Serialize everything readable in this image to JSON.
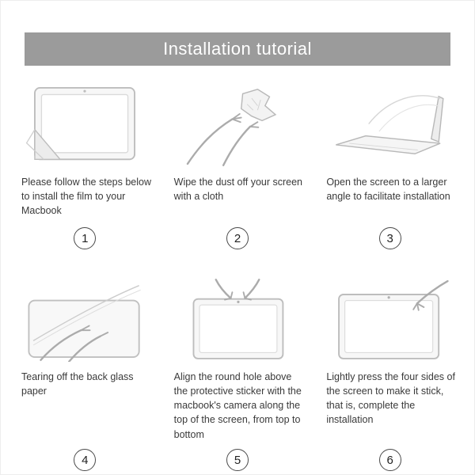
{
  "header": {
    "title": "Installation tutorial"
  },
  "colors": {
    "banner": "#9b9b9b",
    "banner_text": "#ffffff",
    "caption_text": "#3a3a3a",
    "line_art": "#bdbdbd",
    "hand_art": "#ababab"
  },
  "steps": [
    {
      "number": "1",
      "caption": "Please follow the steps below to install the film to your Macbook",
      "illustration": "film-corner-peel"
    },
    {
      "number": "2",
      "caption": "Wipe the dust off your screen with a cloth",
      "illustration": "wipe-cloth"
    },
    {
      "number": "3",
      "caption": "Open the screen to a larger angle to facilitate installation",
      "illustration": "open-laptop"
    },
    {
      "number": "4",
      "caption": "Tearing off the back glass paper",
      "illustration": "tear-backing"
    },
    {
      "number": "5",
      "caption": "Align the round hole above the protective sticker with the macbook's camera along the top of the screen, from top to bottom",
      "illustration": "align-camera"
    },
    {
      "number": "6",
      "caption": "Lightly press the four sides of the screen to make it stick, that is, complete the installation",
      "illustration": "press-sides"
    }
  ]
}
